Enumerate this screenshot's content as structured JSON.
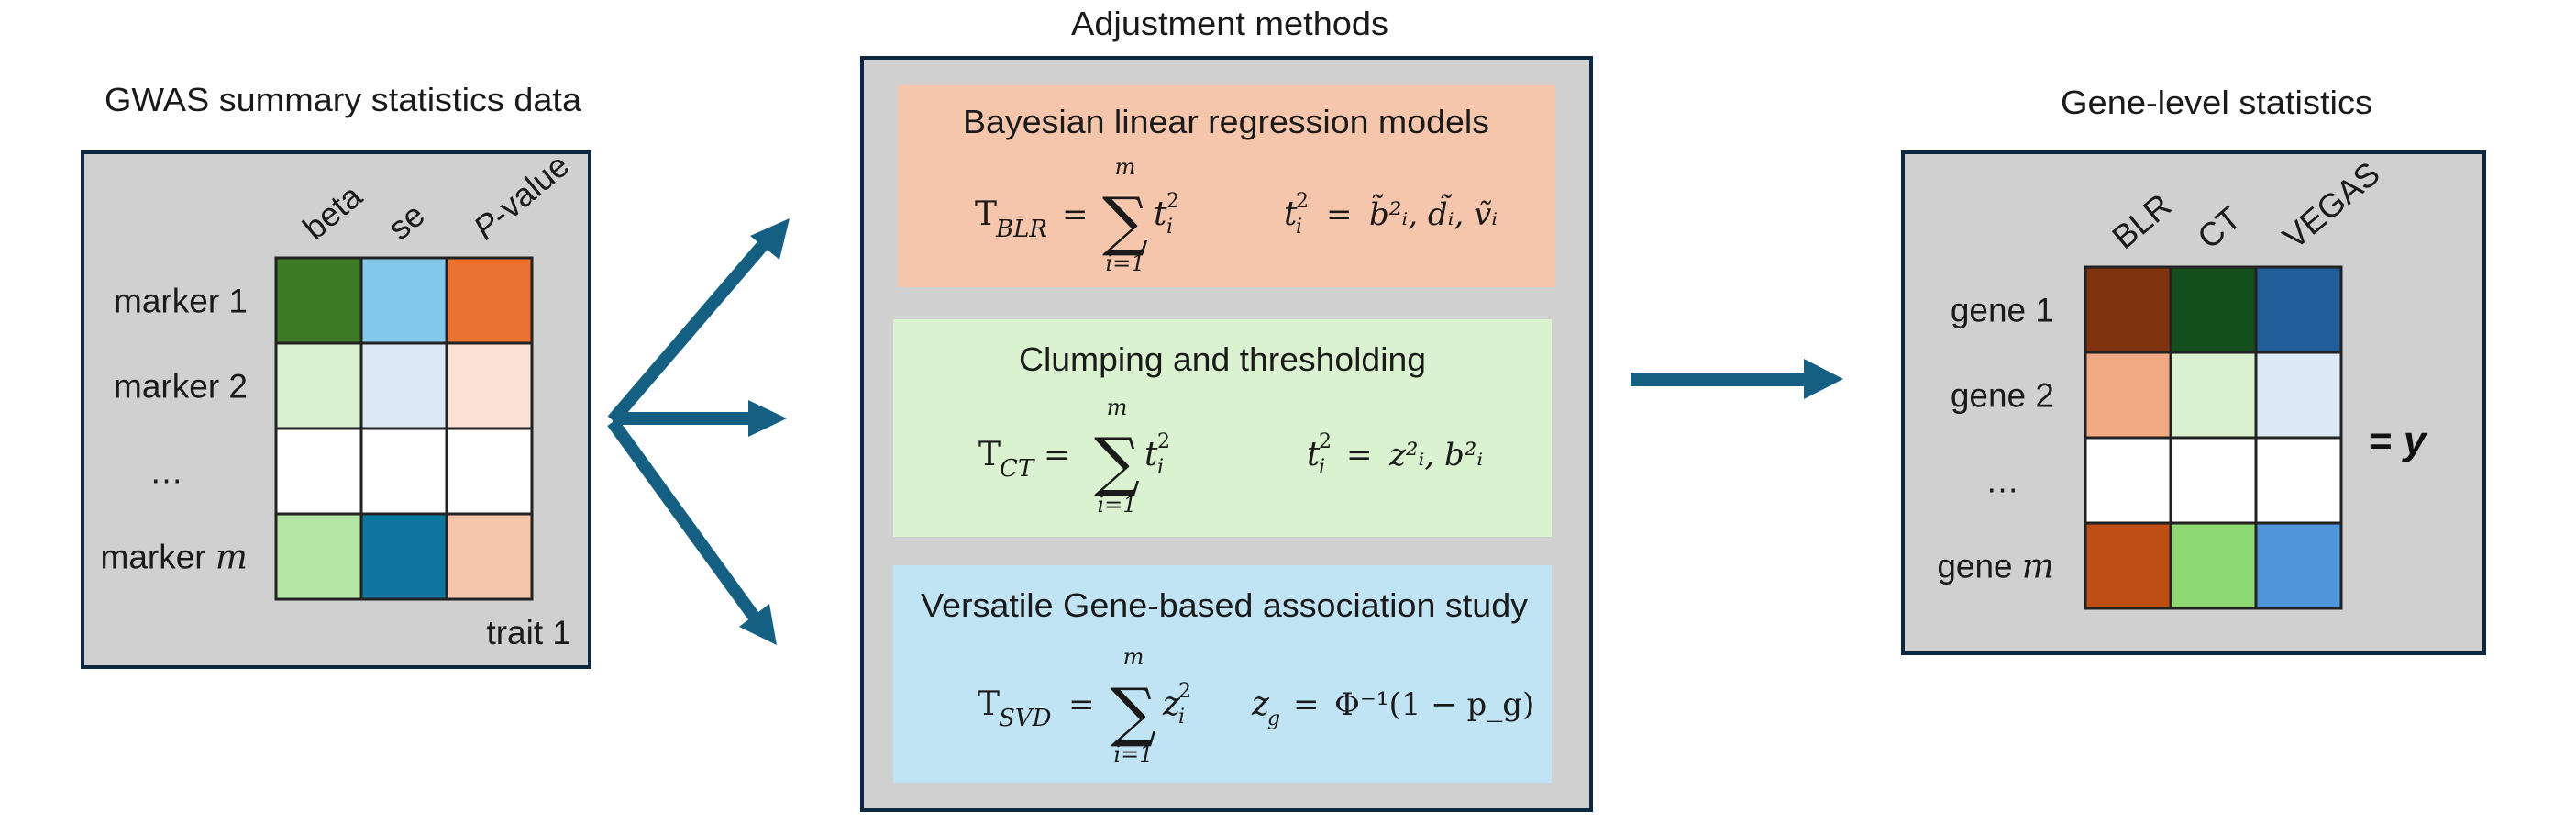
{
  "input_panel": {
    "title": "GWAS summary statistics data",
    "columns": [
      "beta",
      "se",
      "P-value"
    ],
    "rows": [
      {
        "label": "marker 1",
        "italic_suffix": "",
        "colors": [
          "#3c7a24",
          "#82caec",
          "#e97132"
        ]
      },
      {
        "label": "marker 2",
        "italic_suffix": "",
        "colors": [
          "#daf2d0",
          "#dde9f7",
          "#fbe2d5"
        ]
      },
      {
        "label": "...",
        "italic_suffix": "",
        "colors": [
          "#ffffff",
          "#ffffff",
          "#ffffff"
        ]
      },
      {
        "label": "marker ",
        "italic_suffix": "m",
        "colors": [
          "#b4e5a2",
          "#0e759f",
          "#f6c6ac"
        ]
      }
    ],
    "footer": "trait 1"
  },
  "methods_panel": {
    "title": "Adjustment methods",
    "methods": [
      {
        "name": "Bayesian linear regression models",
        "bg": "#f6c6ac",
        "stat_symbol": "T",
        "stat_subscript": "BLR",
        "sum_upper": "m",
        "sum_lower": "i=1",
        "summand": "t",
        "summand_sub": "i",
        "summand_sup": "2",
        "def_lhs": "t",
        "def_lhs_sub": "i",
        "def_lhs_sup": "2",
        "def_rhs": "b̃²ᵢ, d̃ᵢ, ṽᵢ"
      },
      {
        "name": "Clumping and thresholding",
        "bg": "#daf2d0",
        "stat_symbol": "T",
        "stat_subscript": "CT",
        "sum_upper": "m",
        "sum_lower": "i=1",
        "summand": "t",
        "summand_sub": "i",
        "summand_sup": "2",
        "def_lhs": "t",
        "def_lhs_sub": "i",
        "def_lhs_sup": "2",
        "def_rhs": "z²ᵢ, b²ᵢ"
      },
      {
        "name": "Versatile Gene-based association study",
        "bg": "#c1e4f5",
        "stat_symbol": "T",
        "stat_subscript": "SVD",
        "sum_upper": "m",
        "sum_lower": "i=1",
        "summand": "z",
        "summand_sub": "i",
        "summand_sup": "2",
        "def_lhs": "z",
        "def_lhs_sub": "g",
        "def_lhs_sup": "",
        "def_rhs": "Φ⁻¹(1 − p_g)"
      }
    ]
  },
  "output_panel": {
    "title": "Gene-level statistics",
    "columns": [
      "BLR",
      "CT",
      "VEGAS"
    ],
    "rows": [
      {
        "label": "gene 1",
        "italic_suffix": "",
        "colors": [
          "#7f340f",
          "#124f1c",
          "#215e99"
        ]
      },
      {
        "label": "gene 2",
        "italic_suffix": "",
        "colors": [
          "#f1a983",
          "#daf2d0",
          "#dde9f7"
        ]
      },
      {
        "label": "...",
        "italic_suffix": "",
        "colors": [
          "#ffffff",
          "#ffffff",
          "#ffffff"
        ]
      },
      {
        "label": "gene ",
        "italic_suffix": "m",
        "colors": [
          "#bf4e14",
          "#8ed973",
          "#4e95d9"
        ]
      }
    ],
    "result_label": "= y"
  },
  "colors": {
    "panel_bg": "#d0d0d0",
    "panel_border": "#0e2841",
    "arrow": "#156082",
    "grid_line": "#222222"
  }
}
